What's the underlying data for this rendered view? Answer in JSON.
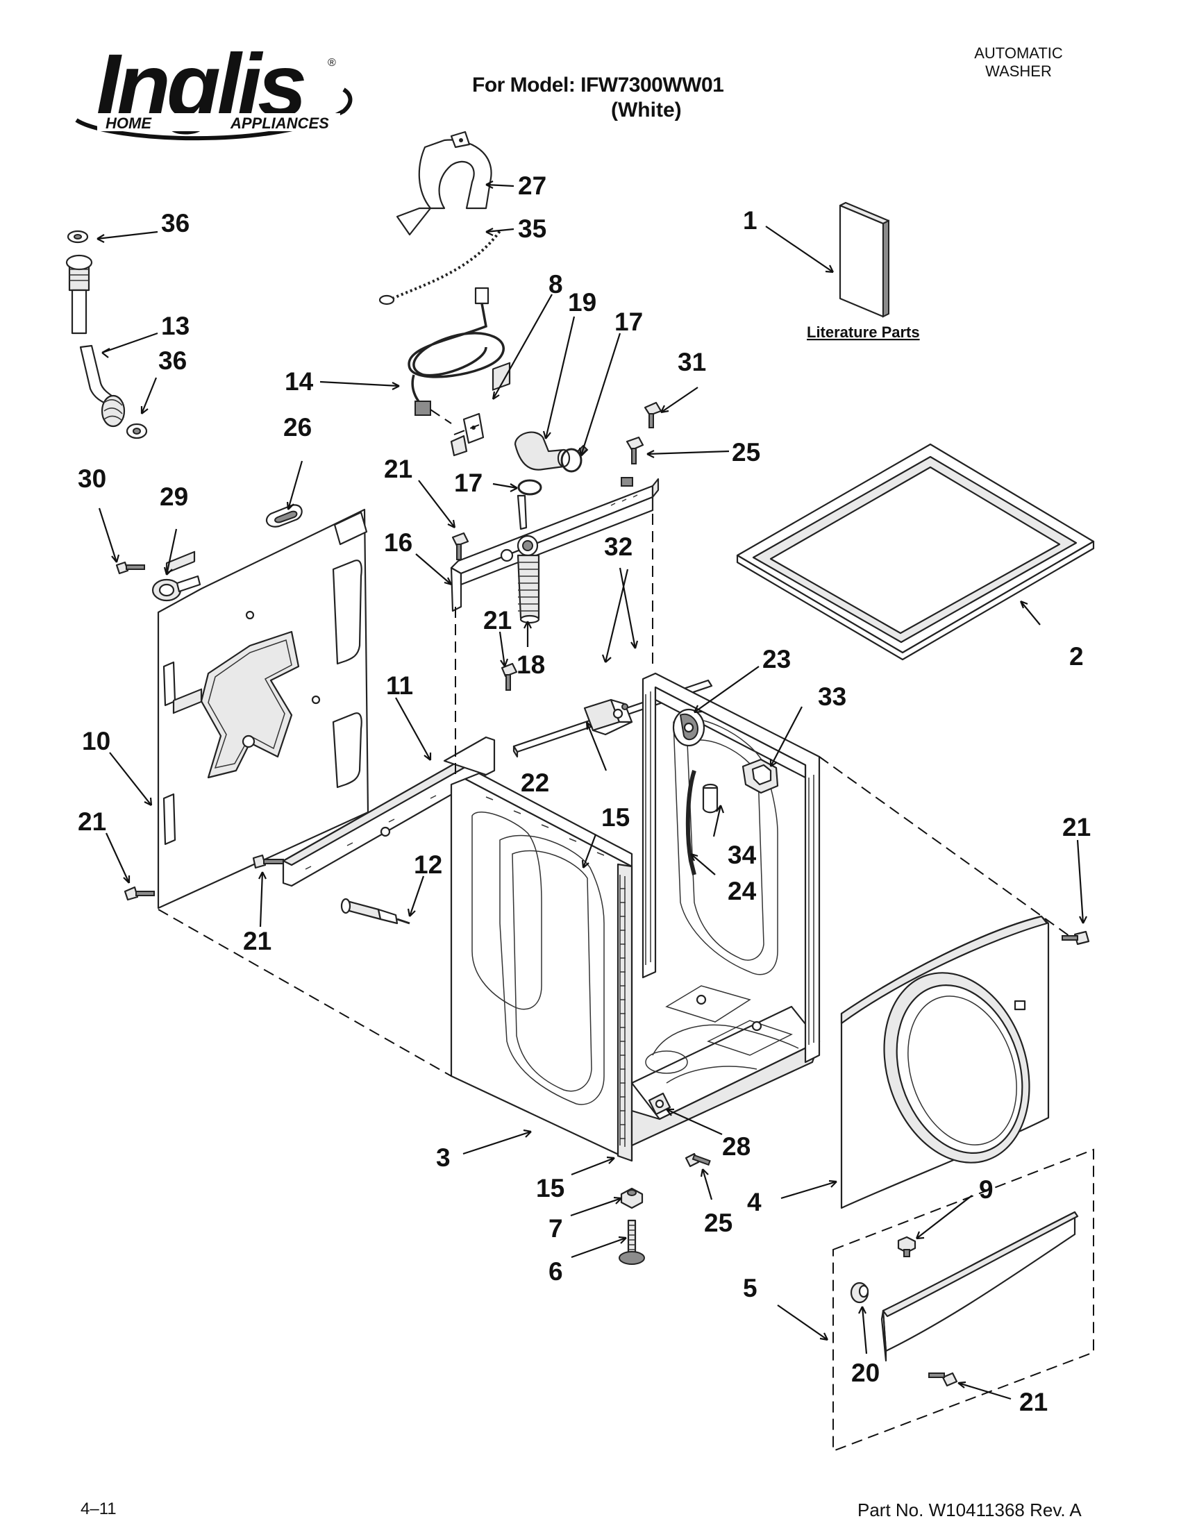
{
  "brand": {
    "name": "Inglis",
    "tagline_left": "HOME",
    "tagline_right": "APPLIANCES",
    "registered_mark": "®"
  },
  "header": {
    "model_line": "For Model: IFW7300WW01",
    "color_line": "(White)",
    "doc_type_line1": "AUTOMATIC",
    "doc_type_line2": "WASHER"
  },
  "literature_label": "Literature Parts",
  "footer": {
    "page_number": "4–11",
    "part_number": "Part No. W10411368 Rev. A"
  },
  "callouts": [
    {
      "id": "c1",
      "label": "1"
    },
    {
      "id": "c2",
      "label": "2"
    },
    {
      "id": "c3",
      "label": "3"
    },
    {
      "id": "c4",
      "label": "4"
    },
    {
      "id": "c5",
      "label": "5"
    },
    {
      "id": "c6",
      "label": "6"
    },
    {
      "id": "c7",
      "label": "7"
    },
    {
      "id": "c8",
      "label": "8"
    },
    {
      "id": "c9",
      "label": "9"
    },
    {
      "id": "c10",
      "label": "10"
    },
    {
      "id": "c11",
      "label": "11"
    },
    {
      "id": "c12",
      "label": "12"
    },
    {
      "id": "c13",
      "label": "13"
    },
    {
      "id": "c14",
      "label": "14"
    },
    {
      "id": "c15a",
      "label": "15"
    },
    {
      "id": "c15b",
      "label": "15"
    },
    {
      "id": "c16",
      "label": "16"
    },
    {
      "id": "c17a",
      "label": "17"
    },
    {
      "id": "c17b",
      "label": "17"
    },
    {
      "id": "c18",
      "label": "18"
    },
    {
      "id": "c19",
      "label": "19"
    },
    {
      "id": "c20",
      "label": "20"
    },
    {
      "id": "c21a",
      "label": "21"
    },
    {
      "id": "c21b",
      "label": "21"
    },
    {
      "id": "c21c",
      "label": "21"
    },
    {
      "id": "c21d",
      "label": "21"
    },
    {
      "id": "c21e",
      "label": "21"
    },
    {
      "id": "c21f",
      "label": "21"
    },
    {
      "id": "c22",
      "label": "22"
    },
    {
      "id": "c23",
      "label": "23"
    },
    {
      "id": "c24",
      "label": "24"
    },
    {
      "id": "c25a",
      "label": "25"
    },
    {
      "id": "c25b",
      "label": "25"
    },
    {
      "id": "c26",
      "label": "26"
    },
    {
      "id": "c27",
      "label": "27"
    },
    {
      "id": "c28",
      "label": "28"
    },
    {
      "id": "c29",
      "label": "29"
    },
    {
      "id": "c30",
      "label": "30"
    },
    {
      "id": "c31",
      "label": "31"
    },
    {
      "id": "c32",
      "label": "32"
    },
    {
      "id": "c33",
      "label": "33"
    },
    {
      "id": "c34",
      "label": "34"
    },
    {
      "id": "c35",
      "label": "35"
    },
    {
      "id": "c36a",
      "label": "36"
    },
    {
      "id": "c36b",
      "label": "36"
    }
  ]
}
